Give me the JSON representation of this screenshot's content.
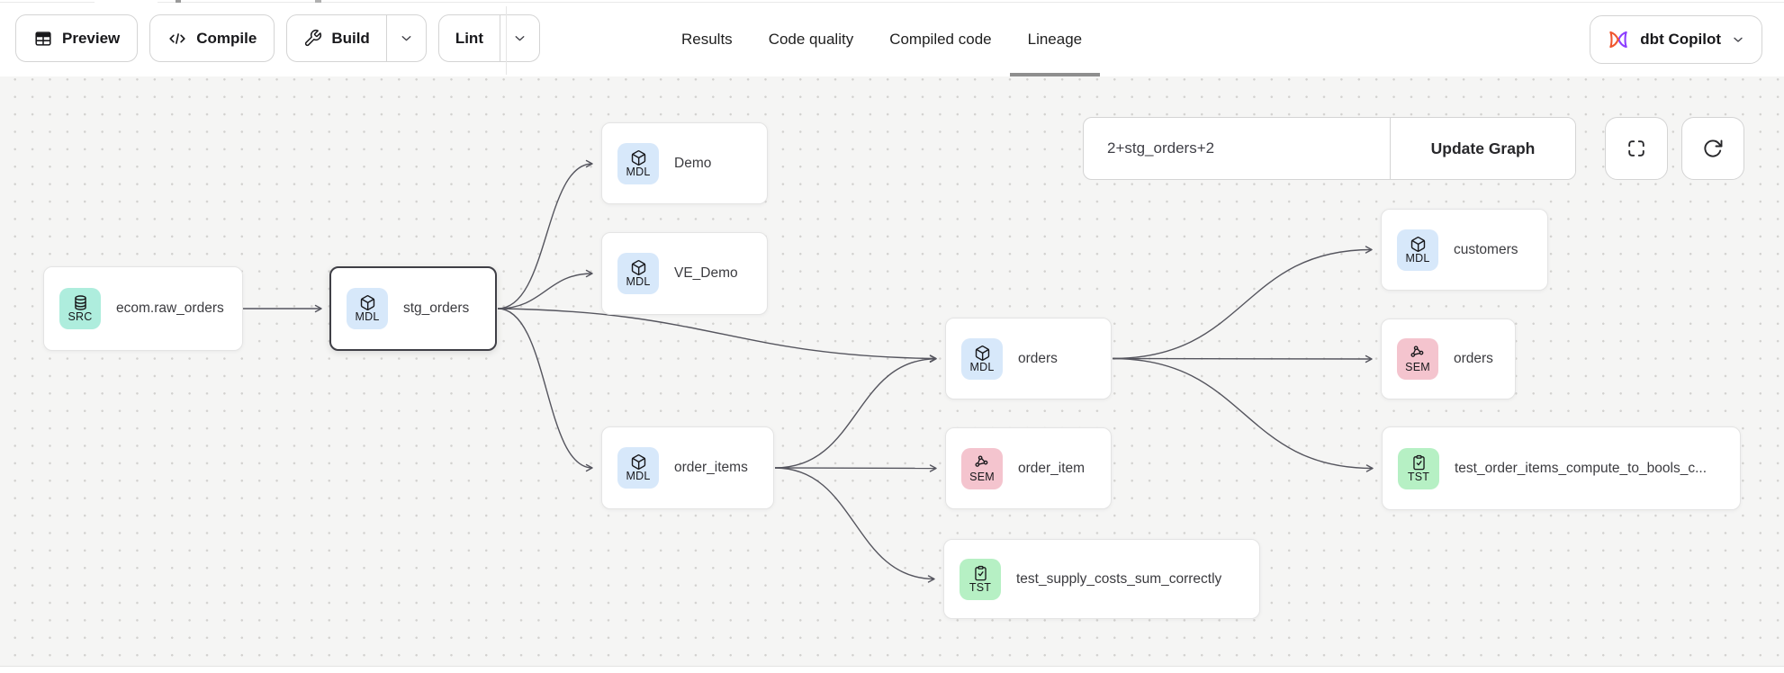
{
  "header": {
    "toolbar_buttons": [
      {
        "label": "Preview",
        "icon": "table-icon"
      },
      {
        "label": "Compile",
        "icon": "code-icon"
      },
      {
        "label": "Build",
        "icon": "wrench-icon",
        "has_dropdown": true
      },
      {
        "label": "Lint",
        "has_dropdown": true
      }
    ],
    "tabs": [
      {
        "label": "Results",
        "active": false
      },
      {
        "label": "Code quality",
        "active": false
      },
      {
        "label": "Compiled code",
        "active": false
      },
      {
        "label": "Lineage",
        "active": true
      }
    ],
    "copilot_button": {
      "label": "dbt Copilot",
      "icon": "dbt-copilot-icon",
      "has_dropdown": true
    }
  },
  "lineage": {
    "selector_input": {
      "value": "2+stg_orders+2"
    },
    "update_button": {
      "label": "Update Graph"
    },
    "controls": [
      {
        "icon": "fullscreen-icon"
      },
      {
        "icon": "refresh-icon"
      }
    ],
    "nodes": [
      {
        "badge": "SRC",
        "type": "source",
        "label": "ecom.raw_orders",
        "selected": false
      },
      {
        "badge": "MDL",
        "type": "model",
        "label": "stg_orders",
        "selected": true
      },
      {
        "badge": "MDL",
        "type": "model",
        "label": "Demo",
        "selected": false
      },
      {
        "badge": "MDL",
        "type": "model",
        "label": "VE_Demo",
        "selected": false
      },
      {
        "badge": "MDL",
        "type": "model",
        "label": "order_items",
        "selected": false
      },
      {
        "badge": "MDL",
        "type": "model",
        "label": "orders",
        "selected": false
      },
      {
        "badge": "SEM",
        "type": "semantic",
        "label": "order_item",
        "selected": false
      },
      {
        "badge": "MDL",
        "type": "model",
        "label": "customers",
        "selected": false
      },
      {
        "badge": "SEM",
        "type": "semantic",
        "label": "orders",
        "selected": false
      },
      {
        "badge": "TST",
        "type": "test",
        "label": "test_order_items_compute_to_bools_c...",
        "selected": false
      },
      {
        "badge": "TST",
        "type": "test",
        "label": "test_supply_costs_sum_correctly",
        "selected": false
      }
    ],
    "edges": [
      {
        "from": "ecom.raw_orders",
        "to": "stg_orders"
      },
      {
        "from": "stg_orders",
        "to": "Demo"
      },
      {
        "from": "stg_orders",
        "to": "VE_Demo"
      },
      {
        "from": "stg_orders",
        "to": "orders"
      },
      {
        "from": "stg_orders",
        "to": "order_items"
      },
      {
        "from": "order_items",
        "to": "orders"
      },
      {
        "from": "order_items",
        "to": "order_item"
      },
      {
        "from": "order_items",
        "to": "test_supply_costs_sum_correctly"
      },
      {
        "from": "orders",
        "to": "customers"
      },
      {
        "from": "orders",
        "to": "orders (sem)"
      },
      {
        "from": "orders",
        "to": "test_order_items_compute_to_bools_c..."
      }
    ]
  },
  "colors": {
    "canvas_bg": "#f5f5f4",
    "badge_src": "#aeeddd",
    "badge_mdl": "#d7e8fa",
    "badge_sem": "#f4c4ce",
    "badge_tst": "#b6f0c4",
    "edge": "#55555e",
    "selected_node_border": "#3f3f46",
    "active_tab_underline": "#8e8e8e",
    "copilot_orange": "#f0562e",
    "copilot_purple": "#8b3dff"
  }
}
